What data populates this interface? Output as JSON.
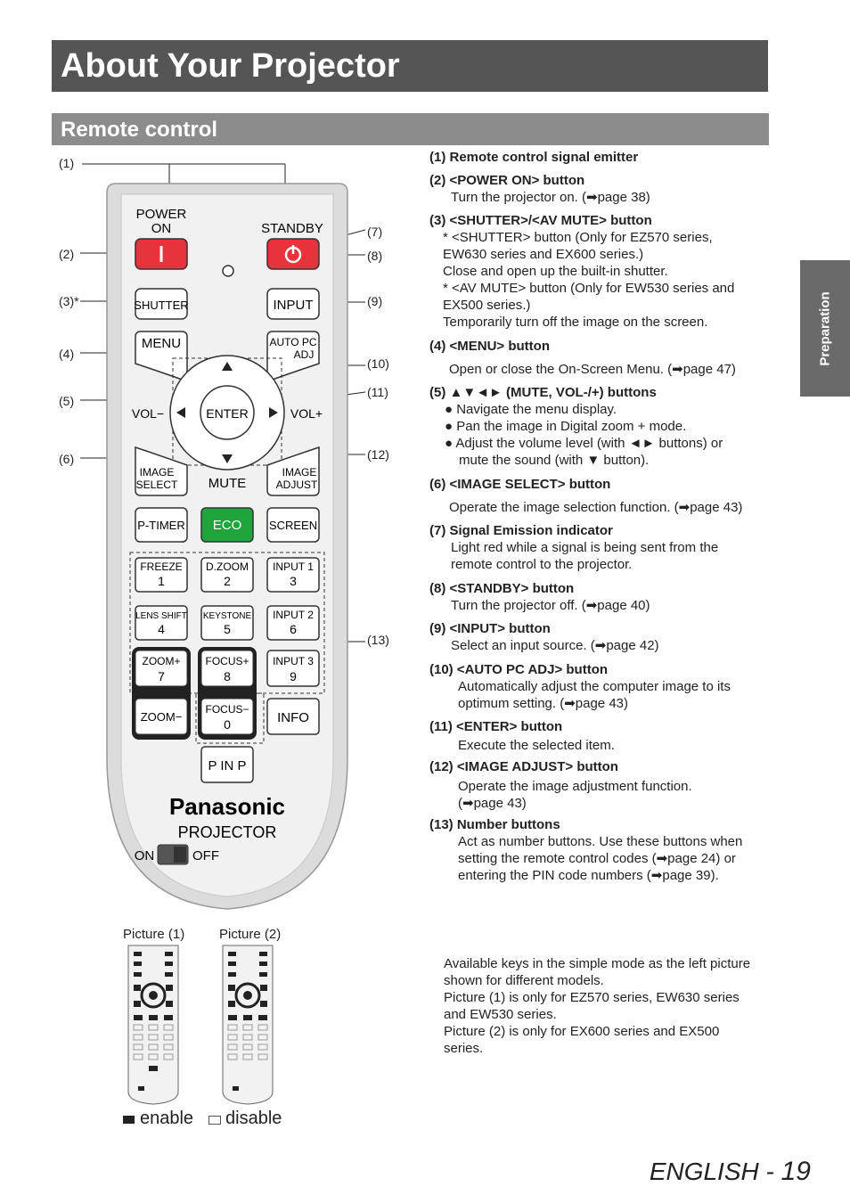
{
  "header": {
    "title": "About Your Projector",
    "section": "Remote control",
    "side_tab": "Preparation"
  },
  "remote": {
    "callouts": [
      "(1)",
      "(2)",
      "(3)*",
      "(4)",
      "(5)",
      "(6)",
      "(7)",
      "(8)",
      "(9)",
      "(10)",
      "(11)",
      "(12)",
      "(13)"
    ],
    "labels": {
      "power_on_1": "POWER",
      "power_on_2": "ON",
      "standby": "STANDBY",
      "shutter": "SHUTTER",
      "input": "INPUT",
      "menu": "MENU",
      "auto_pc_1": "AUTO PC",
      "auto_pc_2": "ADJ",
      "vol_minus": "VOL−",
      "vol_plus": "VOL+",
      "enter": "ENTER",
      "image_select_1": "IMAGE",
      "image_select_2": "SELECT",
      "mute": "MUTE",
      "image_adjust_1": "IMAGE",
      "image_adjust_2": "ADJUST",
      "ptimer": "P-TIMER",
      "eco": "ECO",
      "screen": "SCREEN",
      "freeze": "FREEZE",
      "dzoom": "D.ZOOM",
      "input1": "INPUT 1",
      "lensshift": "LENS SHIFT",
      "keystone": "KEYSTONE",
      "input2": "INPUT 2",
      "zoom_plus": "ZOOM+",
      "focus_plus": "FOCUS+",
      "input3": "INPUT 3",
      "zoom_minus": "ZOOM−",
      "focus_minus": "FOCUS−",
      "info": "INFO",
      "pinp": "P IN P",
      "n1": "1",
      "n2": "2",
      "n3": "3",
      "n4": "4",
      "n5": "5",
      "n6": "6",
      "n7": "7",
      "n8": "8",
      "n9": "9",
      "n0": "0",
      "brand": "Panasonic",
      "projector": "PROJECTOR",
      "on": "ON",
      "off": "OFF"
    },
    "colors": {
      "power": "#e8323c",
      "eco": "#1fa53c",
      "body": "#ececec"
    }
  },
  "descriptions": [
    {
      "head": "(1) Remote control signal emitter"
    },
    {
      "head": "(2) <POWER ON> button",
      "body": "Turn the projector on. (➡page 38)"
    },
    {
      "head": "(3) <SHUTTER>/<AV MUTE> button",
      "body_lines": [
        "* <SHUTTER> button (Only for EZ570 series,",
        "EW630 series and EX600 series.)",
        "Close and open up the built-in shutter.",
        "* <AV MUTE> button (Only for EW530 series and",
        "EX500 series.)",
        "Temporarily turn off the image on the screen."
      ]
    },
    {
      "head": "(4) <MENU> button",
      "body": "Open or close the On-Screen Menu. (➡page 47)"
    },
    {
      "head": "(5) ▲▼◄► (MUTE, VOL-/+) buttons",
      "bullets": [
        "● Navigate the menu display.",
        "● Pan the image in Digital zoom + mode.",
        "● Adjust the volume level (with ◄► buttons) or mute the sound (with ▼ button)."
      ]
    },
    {
      "head": "(6) <IMAGE SELECT> button",
      "body": "Operate the image selection function. (➡page 43)"
    },
    {
      "head": "(7) Signal Emission indicator",
      "body_lines": [
        "Light red while a signal is being sent from the",
        "remote control to the projector."
      ]
    },
    {
      "head": "(8) <STANDBY> button",
      "body": "Turn the projector off. (➡page 40)"
    },
    {
      "head": "(9) <INPUT> button",
      "body": "Select an input source. (➡page 42)"
    },
    {
      "head": "(10) <AUTO PC ADJ> button",
      "body_lines": [
        "Automatically adjust the computer image to its",
        "optimum setting. (➡page 43)"
      ]
    },
    {
      "head": "(11) <ENTER> button",
      "body": "Execute the selected item."
    },
    {
      "head": "(12) <IMAGE ADJUST> button",
      "body_lines": [
        "Operate the image adjustment function.",
        "(➡page 43)"
      ]
    },
    {
      "head": "(13) Number buttons",
      "body_lines": [
        "Act as number buttons. Use these buttons when",
        "setting the remote control codes (➡page 24) or",
        "entering the PIN code numbers (➡page 39)."
      ]
    }
  ],
  "pictures": {
    "p1": "Picture (1)",
    "p2": "Picture (2)",
    "enable": "enable",
    "disable": "disable"
  },
  "simple_note": [
    "Available keys in the simple mode as the left picture",
    "shown for different models.",
    "Picture (1) is only for EZ570 series, EW630 series",
    "and EW530 series.",
    "Picture (2) is only for EX600 series and EX500",
    "series."
  ],
  "footer": {
    "lang": "ENGLISH - ",
    "page": "19"
  }
}
